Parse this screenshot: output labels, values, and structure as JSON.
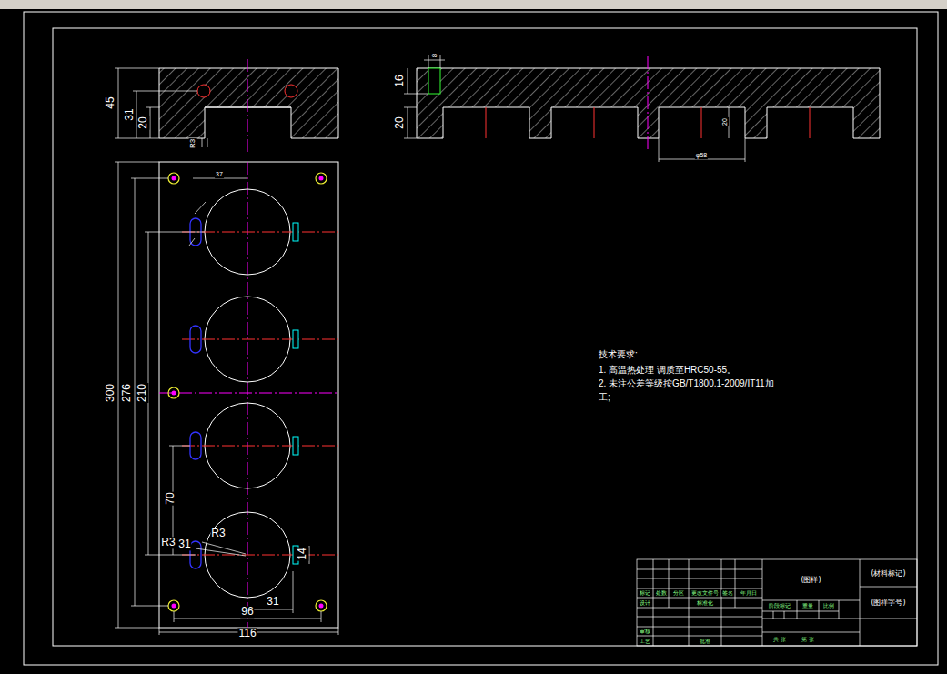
{
  "diagram": {
    "nodes": [
      {
        "text": [
          "(图样)"
        ]
      },
      {
        "text": [
          "(材料标记)"
        ]
      },
      {
        "text": [
          "(图样字号)"
        ]
      }
    ],
    "labels": [
      "45",
      "31",
      "20",
      "R3",
      "8",
      "16",
      "20",
      "20",
      "φ58",
      "37",
      "300",
      "276",
      "210",
      "70",
      "R3",
      "31",
      "R3",
      "14",
      "96",
      "31",
      "116",
      "技术要求:",
      "1. 高温热处理 调质至HRC50-55。",
      "2. 未注公差等级按GB/T1800.1-2009/IT11加",
      "工;",
      "标记",
      "处数",
      "分区",
      "更改文件号",
      "签名",
      "年月日",
      "设计",
      "标准化",
      "审核",
      "工艺",
      "批准",
      "阶段标记",
      "重量",
      "比例",
      "共 张",
      "第 张"
    ]
  }
}
